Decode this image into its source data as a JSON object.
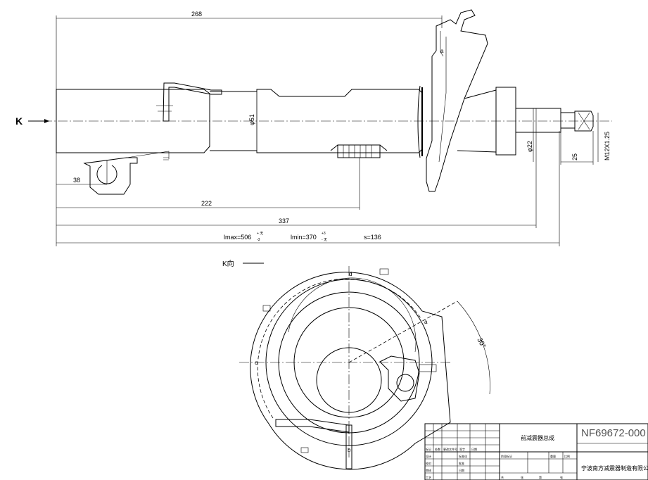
{
  "dimensions": {
    "d268": "268",
    "d222": "222",
    "d337": "337",
    "d38": "38",
    "d25": "25",
    "phi51": "φ51",
    "phi22": "φ22",
    "thread": "M12X1.25"
  },
  "formula": {
    "lmax": "lmax=506",
    "lmax_tol_top": "+ 无",
    "lmax_tol_bot": "-3",
    "lmin": "lmin=370",
    "lmin_tol_top": "+3",
    "lmin_tol_bot": "- 无",
    "stroke": "s=136"
  },
  "view": {
    "arrow_label": "K",
    "section_label": "K向",
    "angle": "30°"
  },
  "markers": {
    "a_top": "a",
    "a_ring": "a",
    "c_left": "c",
    "b_bottom": "b",
    "d_top": "d"
  },
  "title_block": {
    "product_name": "前减震器总成",
    "drawing_number": "NF69672-000",
    "company": "宁波南方减震器制造有限公司",
    "row_labels": [
      "标记",
      "设计",
      "校对",
      "审核",
      "工艺",
      "标准化",
      "批准",
      "日期"
    ],
    "header_cells": [
      "标记",
      "处数",
      "更改文件号",
      "签字",
      "日期"
    ],
    "right_cells": [
      "阶段标记",
      "重量",
      "比例",
      "共",
      "张",
      "第",
      "张"
    ]
  }
}
